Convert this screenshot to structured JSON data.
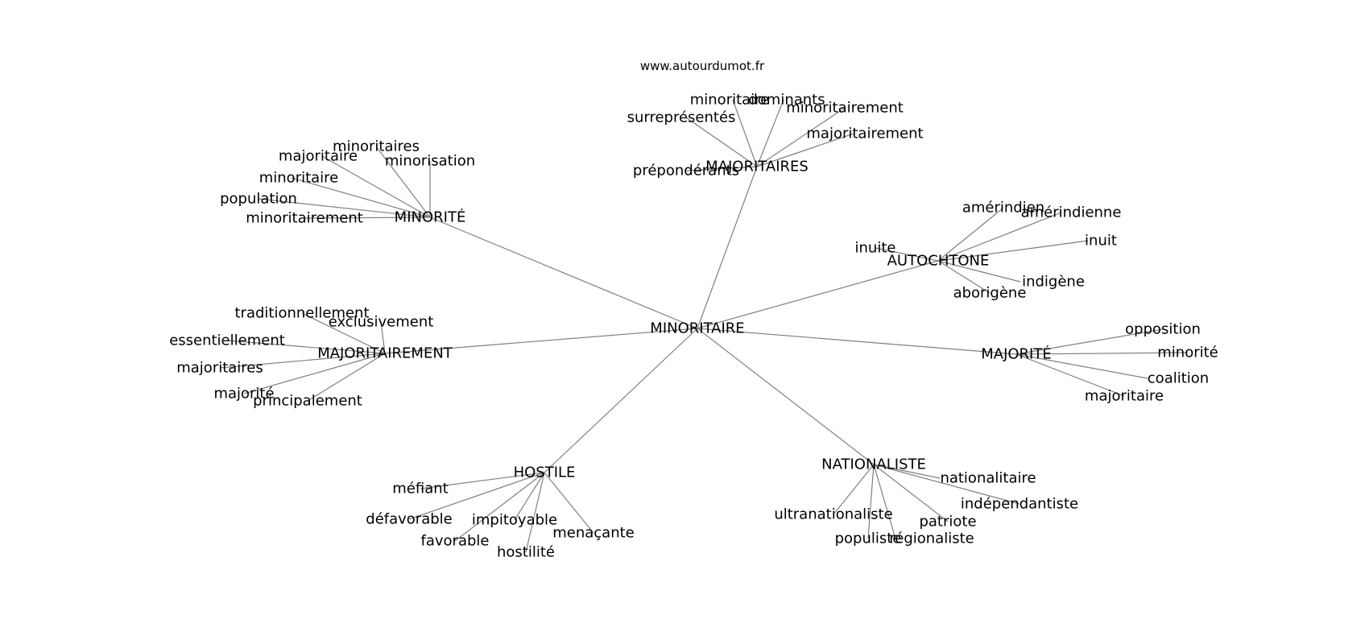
{
  "source": "www.autourdumot.fr",
  "graph": {
    "center": "MINORITAIRE",
    "hubs": [
      {
        "label": "MINORITÉ",
        "leaves": [
          "minoritaires",
          "majoritaire",
          "minorisation",
          "minoritaire",
          "population",
          "minoritairement"
        ]
      },
      {
        "label": "MAJORITAIRES",
        "leaves": [
          "minoritaire",
          "dominants",
          "surreprésentés",
          "minoritairement",
          "majoritairement",
          "prépondérants"
        ]
      },
      {
        "label": "AUTOCHTONE",
        "leaves": [
          "amérindien",
          "amérindienne",
          "inuite",
          "inuit",
          "indigène",
          "aborigène"
        ]
      },
      {
        "label": "MAJORITAIREMENT",
        "leaves": [
          "traditionnellement",
          "exclusivement",
          "essentiellement",
          "majoritaires",
          "majorité",
          "principalement"
        ]
      },
      {
        "label": "MAJORITÉ",
        "leaves": [
          "opposition",
          "minorité",
          "coalition",
          "majoritaire"
        ]
      },
      {
        "label": "HOSTILE",
        "leaves": [
          "méfiant",
          "défavorable",
          "impitoyable",
          "menaçante",
          "favorable",
          "hostilité"
        ]
      },
      {
        "label": "NATIONALISTE",
        "leaves": [
          "nationalitaire",
          "indépendantiste",
          "ultranationaliste",
          "patriote",
          "populiste",
          "régionaliste"
        ]
      }
    ]
  }
}
